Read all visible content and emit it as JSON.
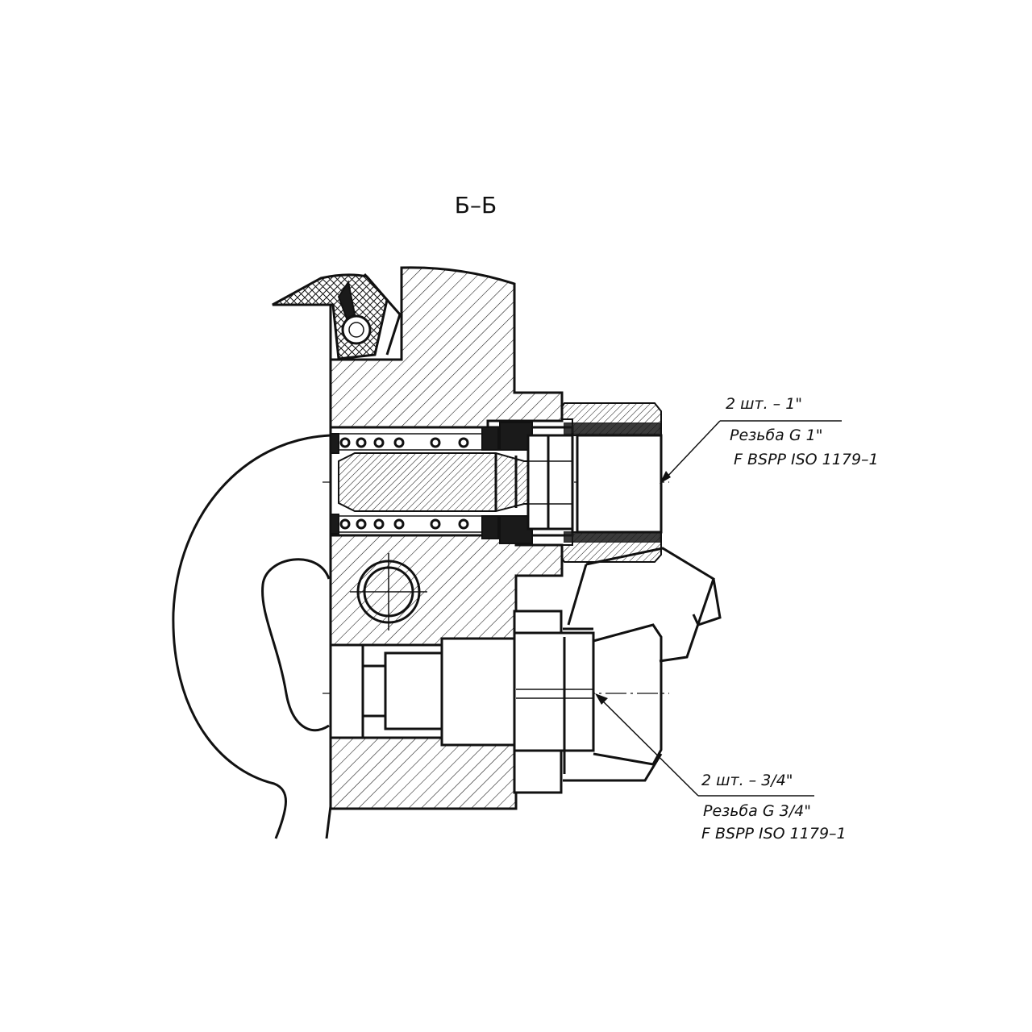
{
  "section_title": "Б–Б",
  "callout_top": {
    "quantity": "2 шт. – 1\"",
    "thread_line1": "Резьба G 1\"",
    "thread_line2": "F BSPP ISO 1179–1"
  },
  "callout_bottom": {
    "quantity": "2 шт. – 3/4\"",
    "thread_line1": "Резьба G 3/4\"",
    "thread_line2": "F BSPP ISO  1179–1"
  },
  "colors": {
    "ink": "#111111",
    "paper": "#ffffff"
  }
}
